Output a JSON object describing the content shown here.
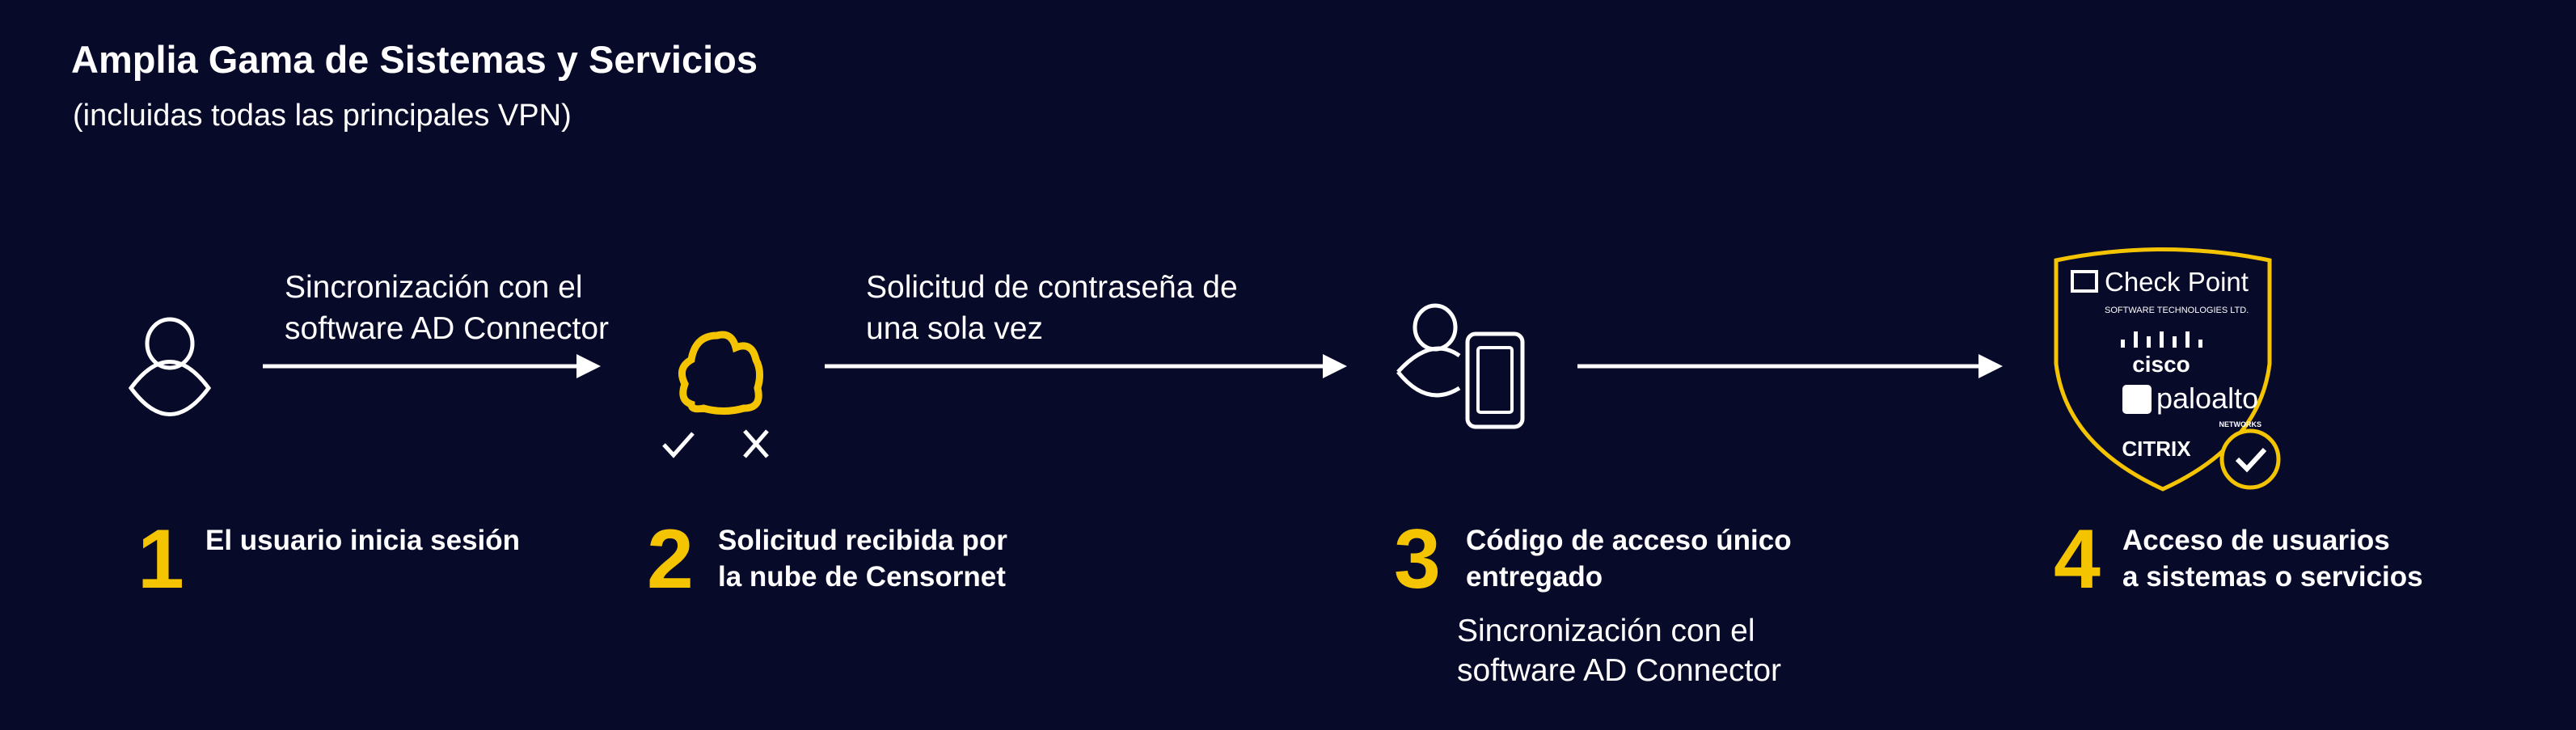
{
  "header": {
    "title": "Amplia Gama de Sistemas y Servicios",
    "subtitle": "(incluidas todas las principales VPN)"
  },
  "flow": {
    "arrow1_label": [
      "Sincronización con el",
      "software AD Connector"
    ],
    "arrow2_label": [
      "Solicitud de contraseña de",
      "una sola vez"
    ]
  },
  "steps": [
    {
      "number": "1",
      "label": [
        "El usuario inicia sesión"
      ]
    },
    {
      "number": "2",
      "label": [
        "Solicitud recibida por",
        "la nube de Censornet"
      ]
    },
    {
      "number": "3",
      "label": [
        "Código de acceso único",
        "entregado"
      ],
      "note": [
        "Sincronización con el",
        "software AD Connector"
      ]
    },
    {
      "number": "4",
      "label": [
        "Acceso de usuarios",
        "a sistemas o servicios"
      ]
    }
  ],
  "shield": {
    "logos": [
      "Check Point",
      "SOFTWARE TECHNOLOGIES LTD.",
      "cisco",
      "paloalto",
      "NETWORKS",
      "CITRIX"
    ]
  },
  "colors": {
    "background": "#080a2a",
    "accent": "#f5c400",
    "text": "#ffffff"
  }
}
